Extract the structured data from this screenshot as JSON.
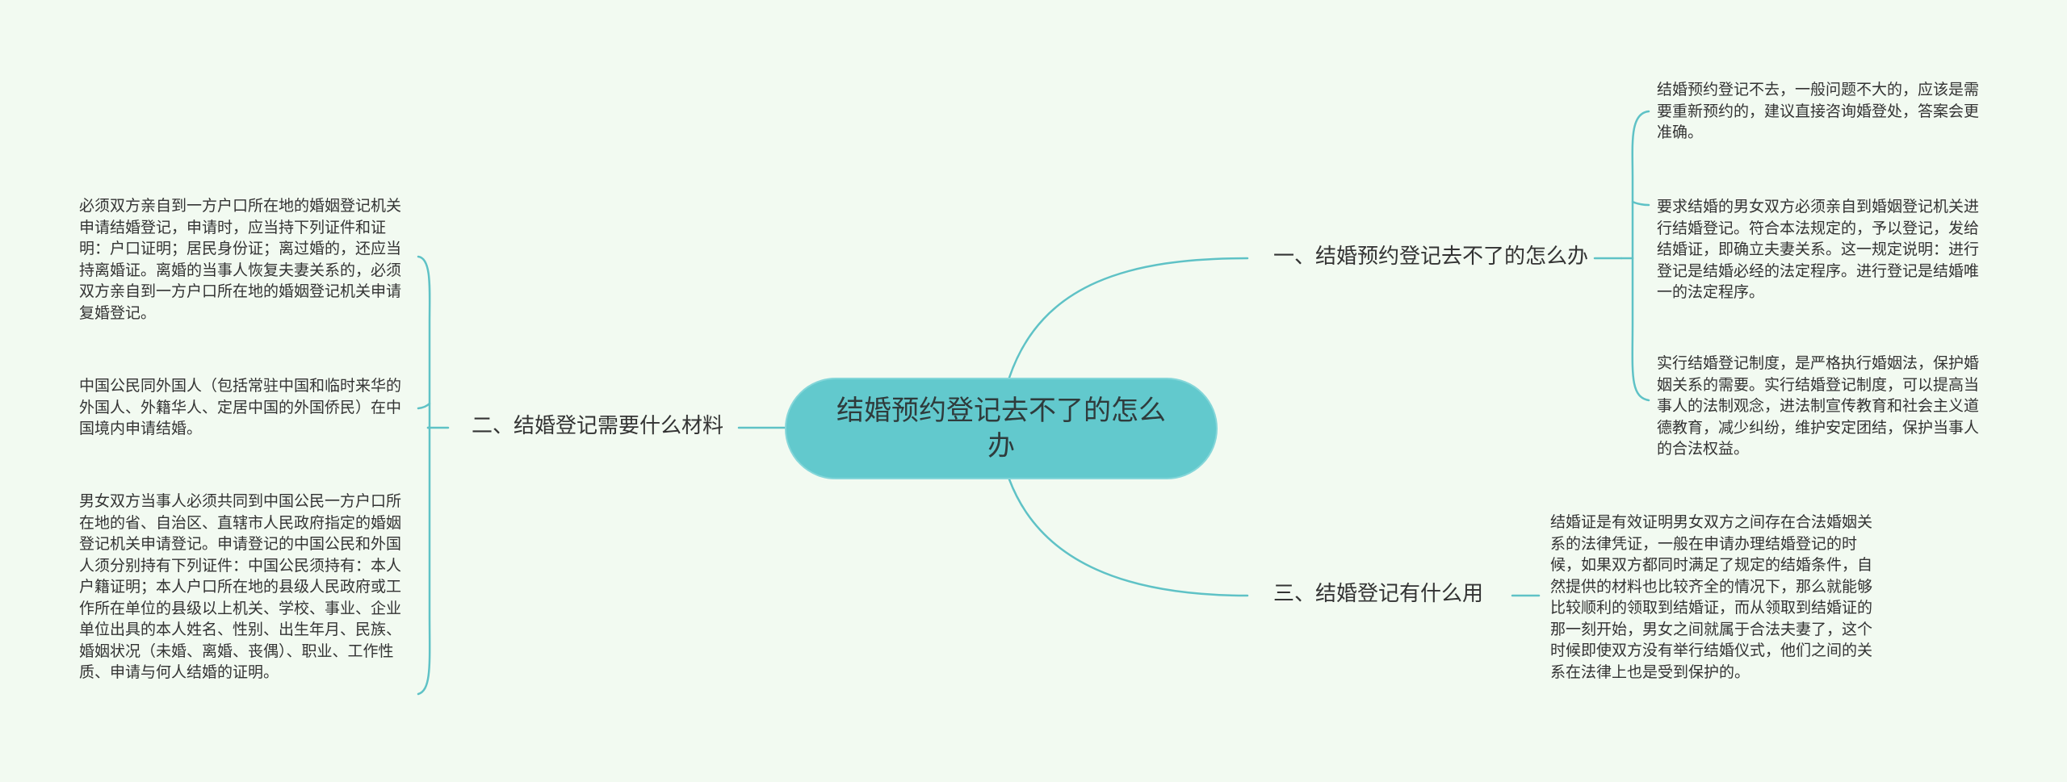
{
  "center": {
    "title": "结婚预约登记去不了的怎么办"
  },
  "colors": {
    "background": "#f2faf1",
    "center_fill": "#62c9cd",
    "line": "#5fc2c6"
  },
  "branches": [
    {
      "label": "一、结婚预约登记去不了的怎么办",
      "leaves": [
        "结婚预约登记不去，一般问题不大的，应该是需要重新预约的，建议直接咨询婚登处，答案会更准确。",
        "要求结婚的男女双方必须亲自到婚姻登记机关进行结婚登记。符合本法规定的，予以登记，发给结婚证，即确立夫妻关系。这一规定说明：进行登记是结婚必经的法定程序。进行登记是结婚唯一的法定程序。",
        "实行结婚登记制度，是严格执行婚姻法，保护婚姻关系的需要。实行结婚登记制度，可以提高当事人的法制观念，进法制宣传教育和社会主义道德教育，减少纠纷，维护安定团结，保护当事人的合法权益。"
      ]
    },
    {
      "label": "二、结婚登记需要什么材料",
      "leaves": [
        "必须双方亲自到一方户口所在地的婚姻登记机关申请结婚登记，申请时，应当持下列证件和证明：户口证明；居民身份证；离过婚的，还应当持离婚证。离婚的当事人恢复夫妻关系的，必须双方亲自到一方户口所在地的婚姻登记机关申请复婚登记。",
        "中国公民同外国人（包括常驻中国和临时来华的外国人、外籍华人、定居中国的外国侨民）在中国境内申请结婚。",
        "男女双方当事人必须共同到中国公民一方户口所在地的省、自治区、直辖市人民政府指定的婚姻登记机关申请登记。申请登记的中国公民和外国人须分别持有下列证件：中国公民须持有：本人户籍证明；本人户口所在地的县级人民政府或工作所在单位的县级以上机关、学校、事业、企业单位出具的本人姓名、性别、出生年月、民族、婚姻状况（未婚、离婚、丧偶）、职业、工作性质、申请与何人结婚的证明。"
      ]
    },
    {
      "label": "三、结婚登记有什么用",
      "leaves": [
        "结婚证是有效证明男女双方之间存在合法婚姻关系的法律凭证，一般在申请办理结婚登记的时候，如果双方都同时满足了规定的结婚条件，自然提供的材料也比较齐全的情况下，那么就能够比较顺利的领取到结婚证，而从领取到结婚证的那一刻开始，男女之间就属于合法夫妻了，这个时候即使双方没有举行结婚仪式，他们之间的关系在法律上也是受到保护的。"
      ]
    }
  ]
}
